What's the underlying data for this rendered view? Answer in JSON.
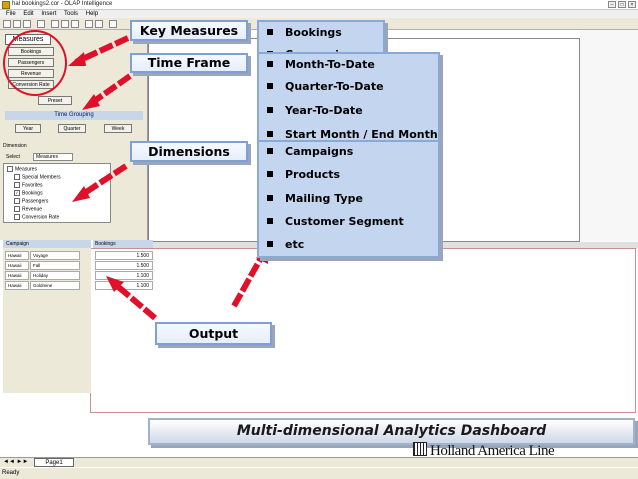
{
  "window": {
    "title": "hal bookings2.cor - OLAP Intelligence",
    "menu": [
      "File",
      "Edit",
      "Insert",
      "Tools",
      "Help"
    ]
  },
  "left_panel": {
    "measures_tab": "Measures",
    "measure_buttons": [
      "Bookings",
      "Passengers",
      "Revenue",
      "Conversion Rate"
    ],
    "preset_button": "Preset",
    "time_grouping": {
      "title": "Time Grouping",
      "buttons": [
        "Year",
        "Quarter",
        "Week"
      ]
    }
  },
  "dimension_panel": {
    "header": "Dimension",
    "select_label": "Select",
    "selected_value": "Measures",
    "tree": [
      {
        "label": "Measures",
        "checked": false,
        "level": 0
      },
      {
        "label": "Special Members",
        "checked": false,
        "level": 1
      },
      {
        "label": "Favorites",
        "checked": false,
        "level": 1
      },
      {
        "label": "Bookings",
        "checked": true,
        "level": 1
      },
      {
        "label": "Passengers",
        "checked": false,
        "level": 1
      },
      {
        "label": "Revenue",
        "checked": false,
        "level": 1
      },
      {
        "label": "Conversion Rate",
        "checked": false,
        "level": 1
      }
    ]
  },
  "output_grid": {
    "row_header": "Campaign",
    "column_header": "Bookings",
    "rows": [
      {
        "region": "Hawaii",
        "campaign": "Voyage",
        "value": "1.500"
      },
      {
        "region": "Hawaii",
        "campaign": "Fall",
        "value": "1.500"
      },
      {
        "region": "Hawaii",
        "campaign": "Holiday",
        "value": "1.100"
      },
      {
        "region": "Hawaii",
        "campaign": "Goldmine",
        "value": "1.100"
      }
    ]
  },
  "sheet_tab": "Page1",
  "status": "Ready",
  "callouts": {
    "key_measures": "Key Measures",
    "time_frame": "Time Frame",
    "dimensions": "Dimensions",
    "output": "Output"
  },
  "bullets": {
    "measures": [
      "Bookings",
      "Conversion"
    ],
    "time": [
      "Month-To-Date",
      "Quarter-To-Date",
      "Year-To-Date",
      "Start Month / End Month"
    ],
    "dimensions": [
      "Campaigns",
      "Products",
      "Mailing Type",
      "Customer Segment",
      "etc"
    ]
  },
  "banner": "Multi-dimensional Analytics Dashboard",
  "logo": "Holland America Line",
  "colors": {
    "arrow": "#e0102a",
    "callout_border": "#7f9fd6",
    "bullet_fill": "#c4d6ef",
    "panel": "#ece9d8"
  }
}
